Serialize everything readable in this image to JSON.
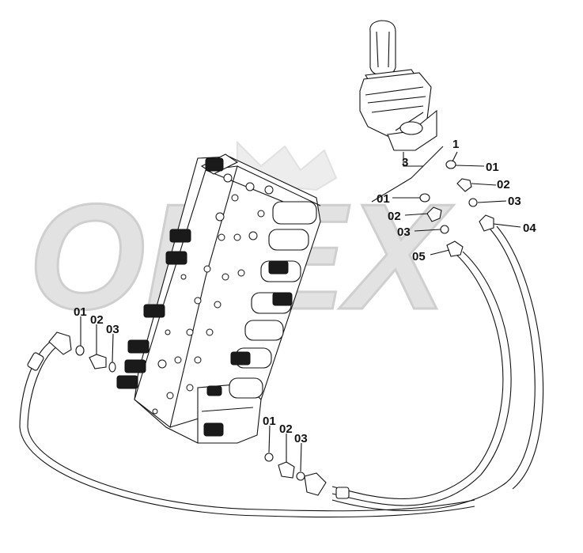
{
  "watermark": "OPEX",
  "colors": {
    "line": "#111111",
    "watermark": "#dcdcdc",
    "background": "#ffffff"
  },
  "callouts": {
    "joystick_group": {
      "c1": "1",
      "c01": "01",
      "c02": "02",
      "c03": "03",
      "c04": "04"
    },
    "joystick_lower": {
      "c3": "3",
      "c01": "01",
      "c02": "02",
      "c03": "03",
      "c05": "05"
    },
    "left_fitting": {
      "c01": "01",
      "c02": "02",
      "c03": "03"
    },
    "bottom_fitting": {
      "c01": "01",
      "c02": "02",
      "c03": "03"
    }
  }
}
